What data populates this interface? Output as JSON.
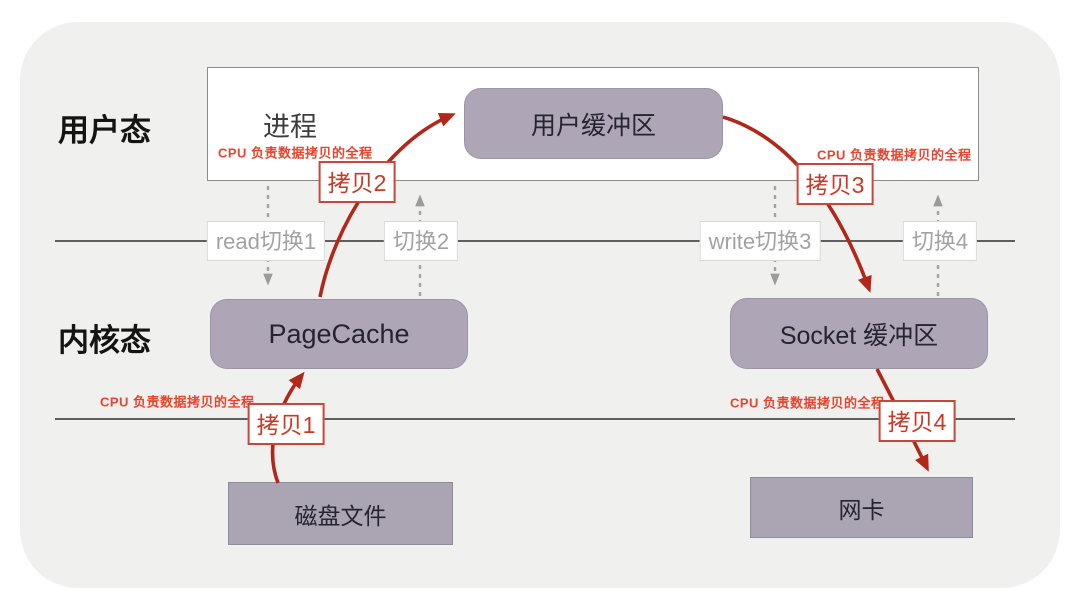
{
  "diagram": {
    "title_context": "zero-copy data flow (user mode / kernel mode)",
    "zones": {
      "user_mode": "用户态",
      "kernel_mode": "内核态"
    },
    "nodes": {
      "process": "进程",
      "user_buffer": "用户缓冲区",
      "pagecache": "PageCache",
      "socket_buffer": "Socket 缓冲区",
      "disk_file": "磁盘文件",
      "nic": "网卡"
    },
    "cpu_note": "CPU 负责数据拷贝的全程",
    "copy_labels": [
      "拷贝1",
      "拷贝2",
      "拷贝3",
      "拷贝4"
    ],
    "copy_flows": [
      {
        "label": "拷贝1",
        "from": "磁盘文件",
        "to": "PageCache"
      },
      {
        "label": "拷贝2",
        "from": "PageCache",
        "to": "用户缓冲区"
      },
      {
        "label": "拷贝3",
        "from": "用户缓冲区",
        "to": "Socket 缓冲区"
      },
      {
        "label": "拷贝4",
        "from": "Socket 缓冲区",
        "to": "网卡"
      }
    ],
    "switch_labels": [
      "read切换1",
      "切换2",
      "write切换3",
      "切换4"
    ],
    "colors": {
      "panel_bg": "#f0f0ee",
      "node_fill": "#aea6b6",
      "node_border": "#9b93a7",
      "copy_arrow_red": "#b1281b",
      "copy_label_red": "#c63a28",
      "cpu_note_red": "#e64530",
      "boundary_line_gray": "#5f5f5f",
      "switch_gray": "#a2a2a3"
    }
  }
}
